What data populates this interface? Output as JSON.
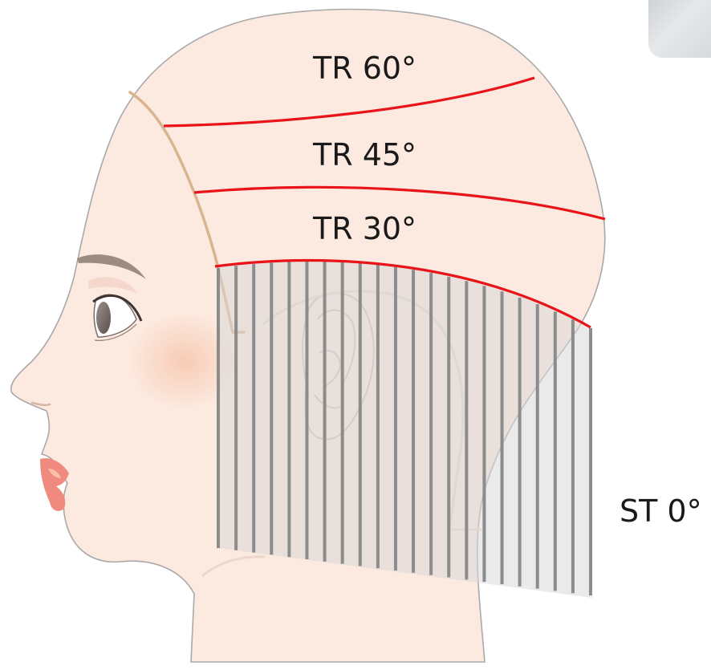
{
  "labels": {
    "tr60": "TR 60°",
    "tr45": "TR 45°",
    "tr30": "TR 30°",
    "st0": "ST 0°"
  },
  "colors": {
    "skin": "#fce9df",
    "outline": "#a9a9a9",
    "hairline": "#d9b48f",
    "guide_red": "#e8141a",
    "strand": "#8c8c8c",
    "hair_panel": "#d9d9d9",
    "lips": "#f08a7e",
    "cheek": "#f6c9b0"
  },
  "icons": {
    "head": "head-profile-icon",
    "ear": "ear-icon",
    "eye": "eye-icon",
    "brow": "eyebrow-icon",
    "mouth": "lips-icon"
  }
}
